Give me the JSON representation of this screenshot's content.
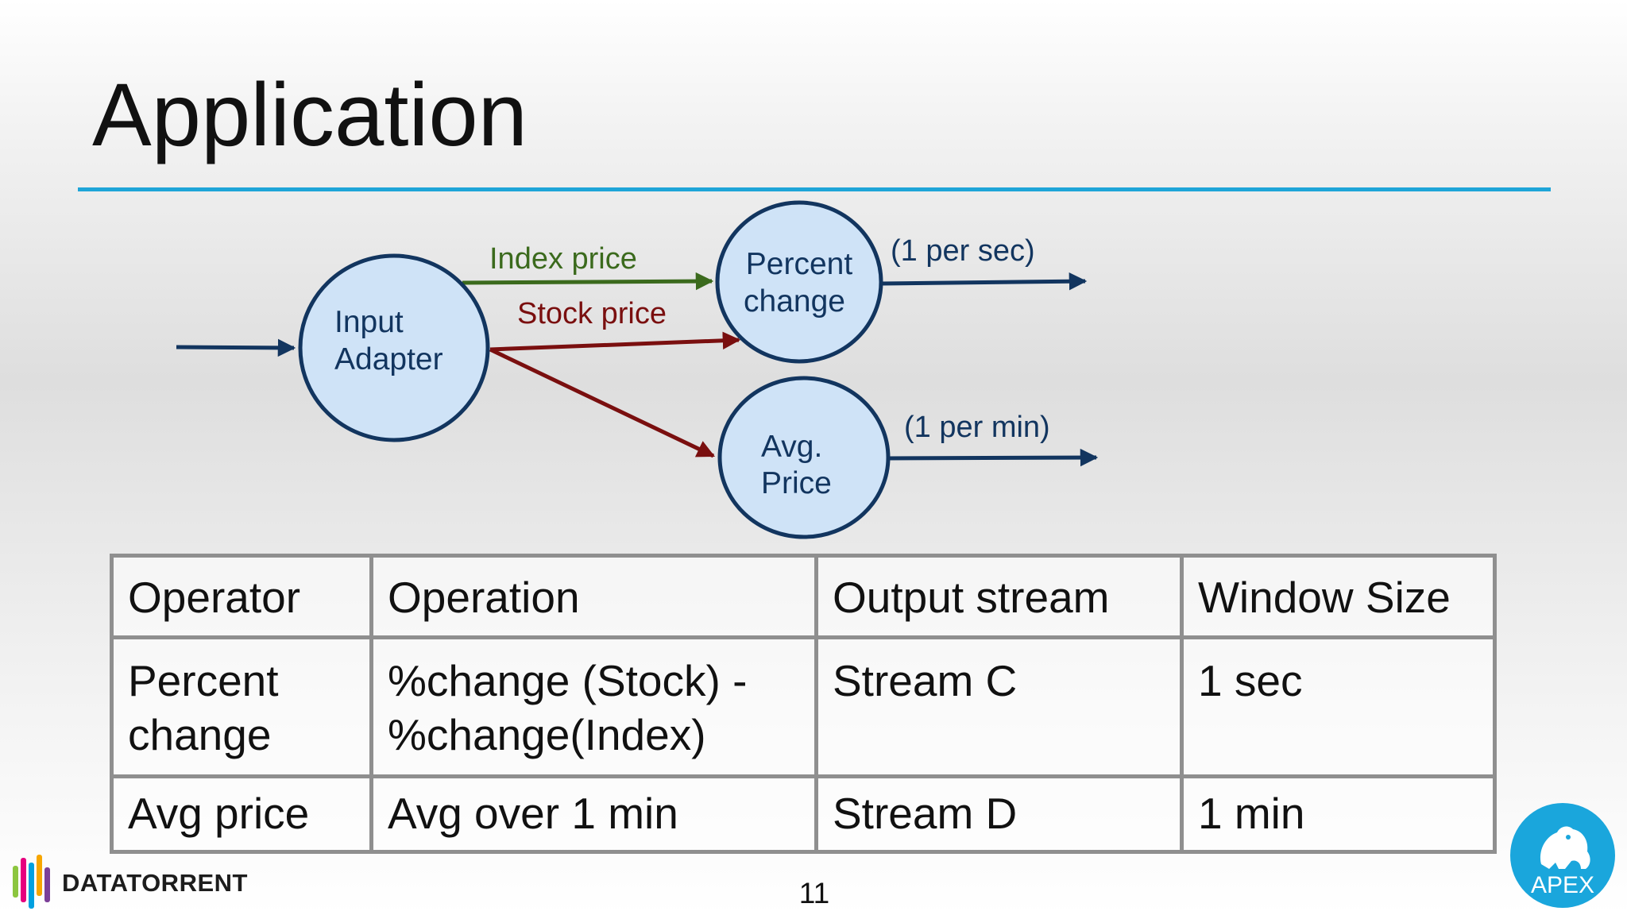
{
  "slide": {
    "title": "Application",
    "page_number": "11"
  },
  "diagram": {
    "nodes": {
      "input_adapter": [
        "Input",
        "Adapter"
      ],
      "percent_change": [
        "Percent",
        "change"
      ],
      "avg_price": [
        "Avg.",
        "Price"
      ]
    },
    "edges": {
      "index_price": "Index price",
      "stock_price": "Stock price",
      "per_sec": "(1 per sec)",
      "per_min": "(1 per min)"
    },
    "colors": {
      "node_fill": "#cfe3f7",
      "node_stroke": "#12355f",
      "index_edge": "#3b6a1d",
      "stock_edge": "#7a0f0f",
      "output_edge": "#12355f"
    }
  },
  "table": {
    "headers": [
      "Operator",
      "Operation",
      "Output stream",
      "Window Size"
    ],
    "rows": [
      [
        "Percent change",
        "%change (Stock) - %change(Index)",
        "Stream C",
        "1 sec"
      ],
      [
        "Avg price",
        "Avg over 1 min",
        "Stream D",
        "1 min"
      ]
    ]
  },
  "logos": {
    "left_brand": "DATATORRENT",
    "right_brand": "APEX"
  },
  "colors": {
    "accent_rule": "#1ea5d8",
    "apex_badge": "#1aa6dc"
  }
}
